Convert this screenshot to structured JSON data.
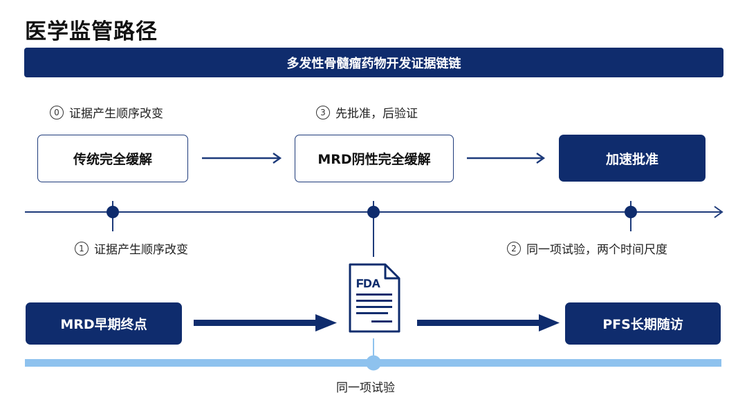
{
  "page_title": "医学监管路径",
  "banner_title": "多发性骨髓瘤药物开发证据链链",
  "top_notes": [
    {
      "number": "0",
      "text": "证据产生顺序改变"
    },
    {
      "number": "3",
      "text": "先批准，后验证"
    }
  ],
  "top_boxes": [
    {
      "label": "传统完全缓解"
    },
    {
      "label": "MRD阴性完全缓解"
    },
    {
      "label": "加速批准"
    }
  ],
  "mid_notes": [
    {
      "number": "1",
      "text": "证据产生顺序改变"
    },
    {
      "number": "2",
      "text": "同一项试验，两个时间尺度"
    }
  ],
  "bottom_boxes": [
    {
      "label": "MRD早期终点"
    },
    {
      "label": "PFS长期随访"
    }
  ],
  "document_label": "FDA",
  "bottom_label": "同一项试验",
  "colors": {
    "navy": "#0f2c6d",
    "light_blue": "#8ec2ee",
    "white": "#ffffff"
  },
  "icons": [
    "document-icon",
    "arrow-right-icon",
    "circled-number-icon"
  ]
}
